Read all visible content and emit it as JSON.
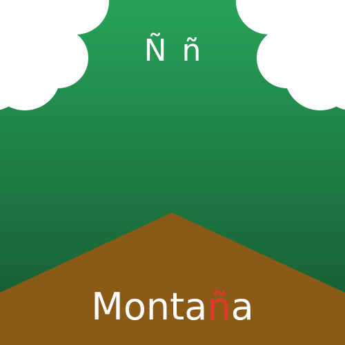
{
  "letters": {
    "upper": "Ñ",
    "lower": "ñ"
  },
  "word": {
    "before": "Monta",
    "highlight": "ñ",
    "after": "a"
  },
  "colors": {
    "sky_top": "#27a35a",
    "sky_bottom": "#15552e",
    "mountain": "#8b5a16",
    "cloud": "#ffffff",
    "text": "#ffffff",
    "highlight": "#e2382c"
  },
  "icons": {
    "cloud_left": "cloud-icon",
    "cloud_right": "cloud-icon",
    "mountain": "mountain-icon"
  }
}
